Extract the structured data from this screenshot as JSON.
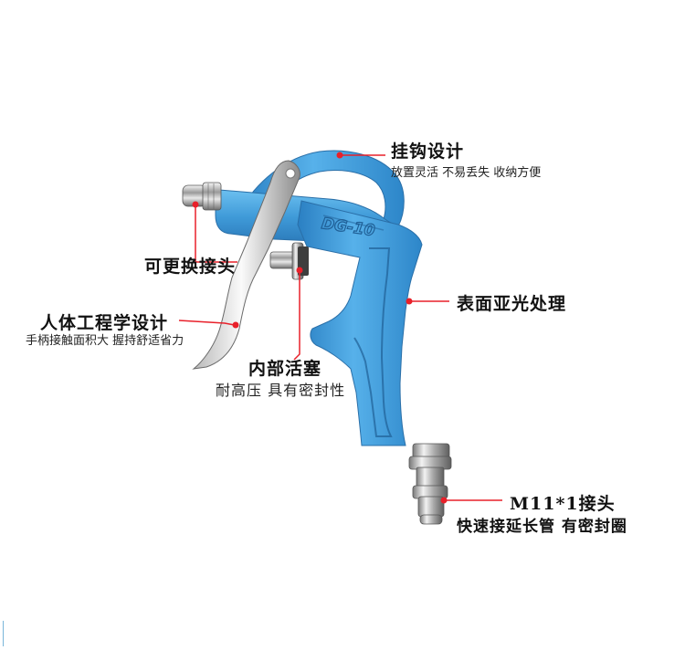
{
  "product": {
    "model_marking": "DG-10",
    "body_color": "#3f9ad8",
    "accent_color": "#e8202a"
  },
  "callouts": {
    "hook": {
      "title": "挂钩设计",
      "subtitle": "放置灵活 不易丢失 收纳方便"
    },
    "nozzle": {
      "title": "可更换接头"
    },
    "ergonomic": {
      "title": "人体工程学设计",
      "subtitle": "手柄接触面积大 握持舒适省力"
    },
    "piston": {
      "title": "内部活塞",
      "subtitle": "耐高压 具有密封性"
    },
    "finish": {
      "title": "表面亚光处理"
    },
    "connector": {
      "title": "M11*1接头",
      "subtitle": "快速接延长管 有密封圈"
    }
  }
}
